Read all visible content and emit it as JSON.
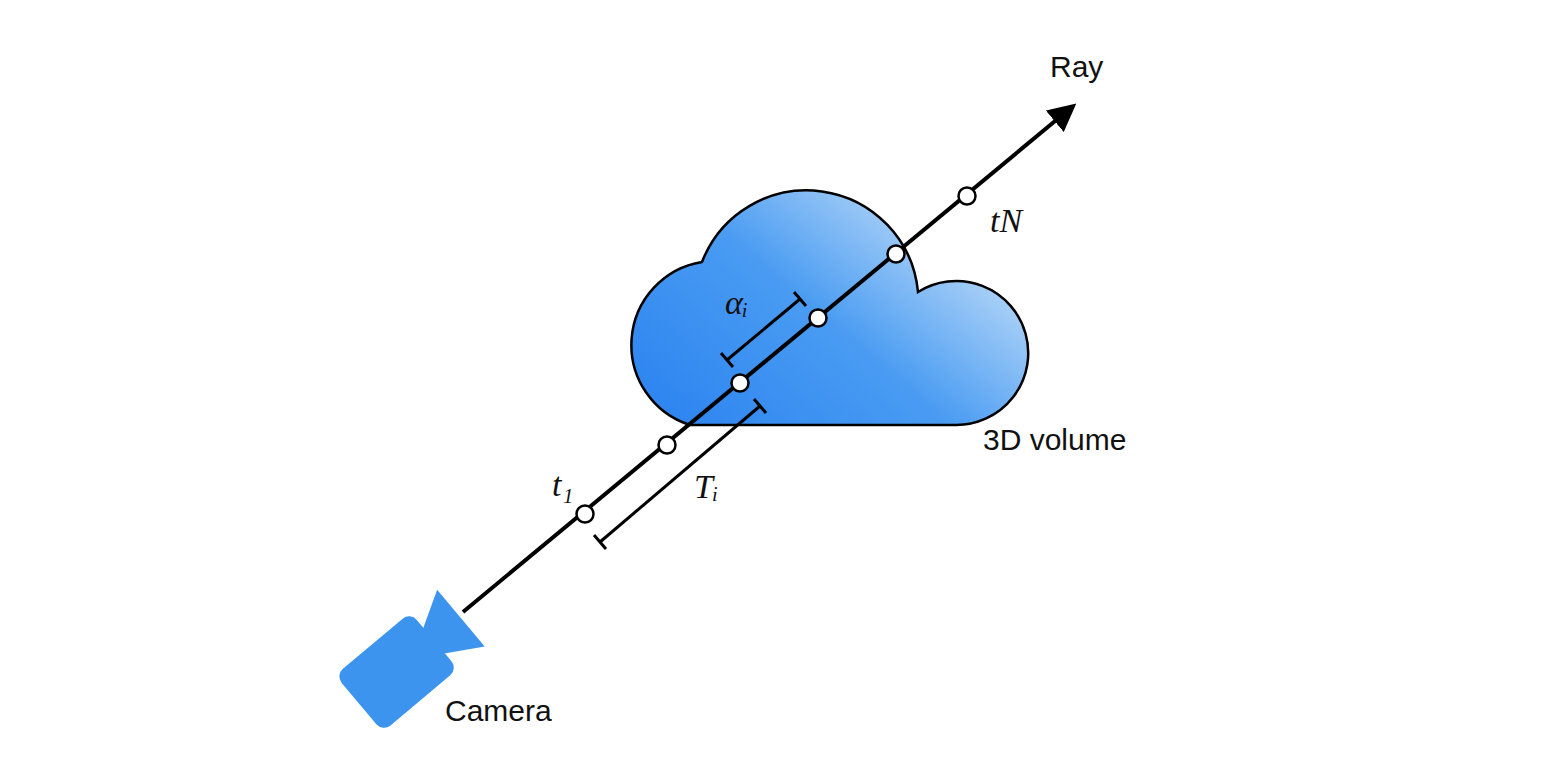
{
  "diagram": {
    "nodes": [
      {
        "text": [
          "3D volume"
        ]
      },
      {
        "text": [
          "Camera"
        ]
      }
    ],
    "labels": [
      "Ray",
      "tN",
      "αᵢ",
      "Tᵢ",
      "t₁"
    ]
  }
}
